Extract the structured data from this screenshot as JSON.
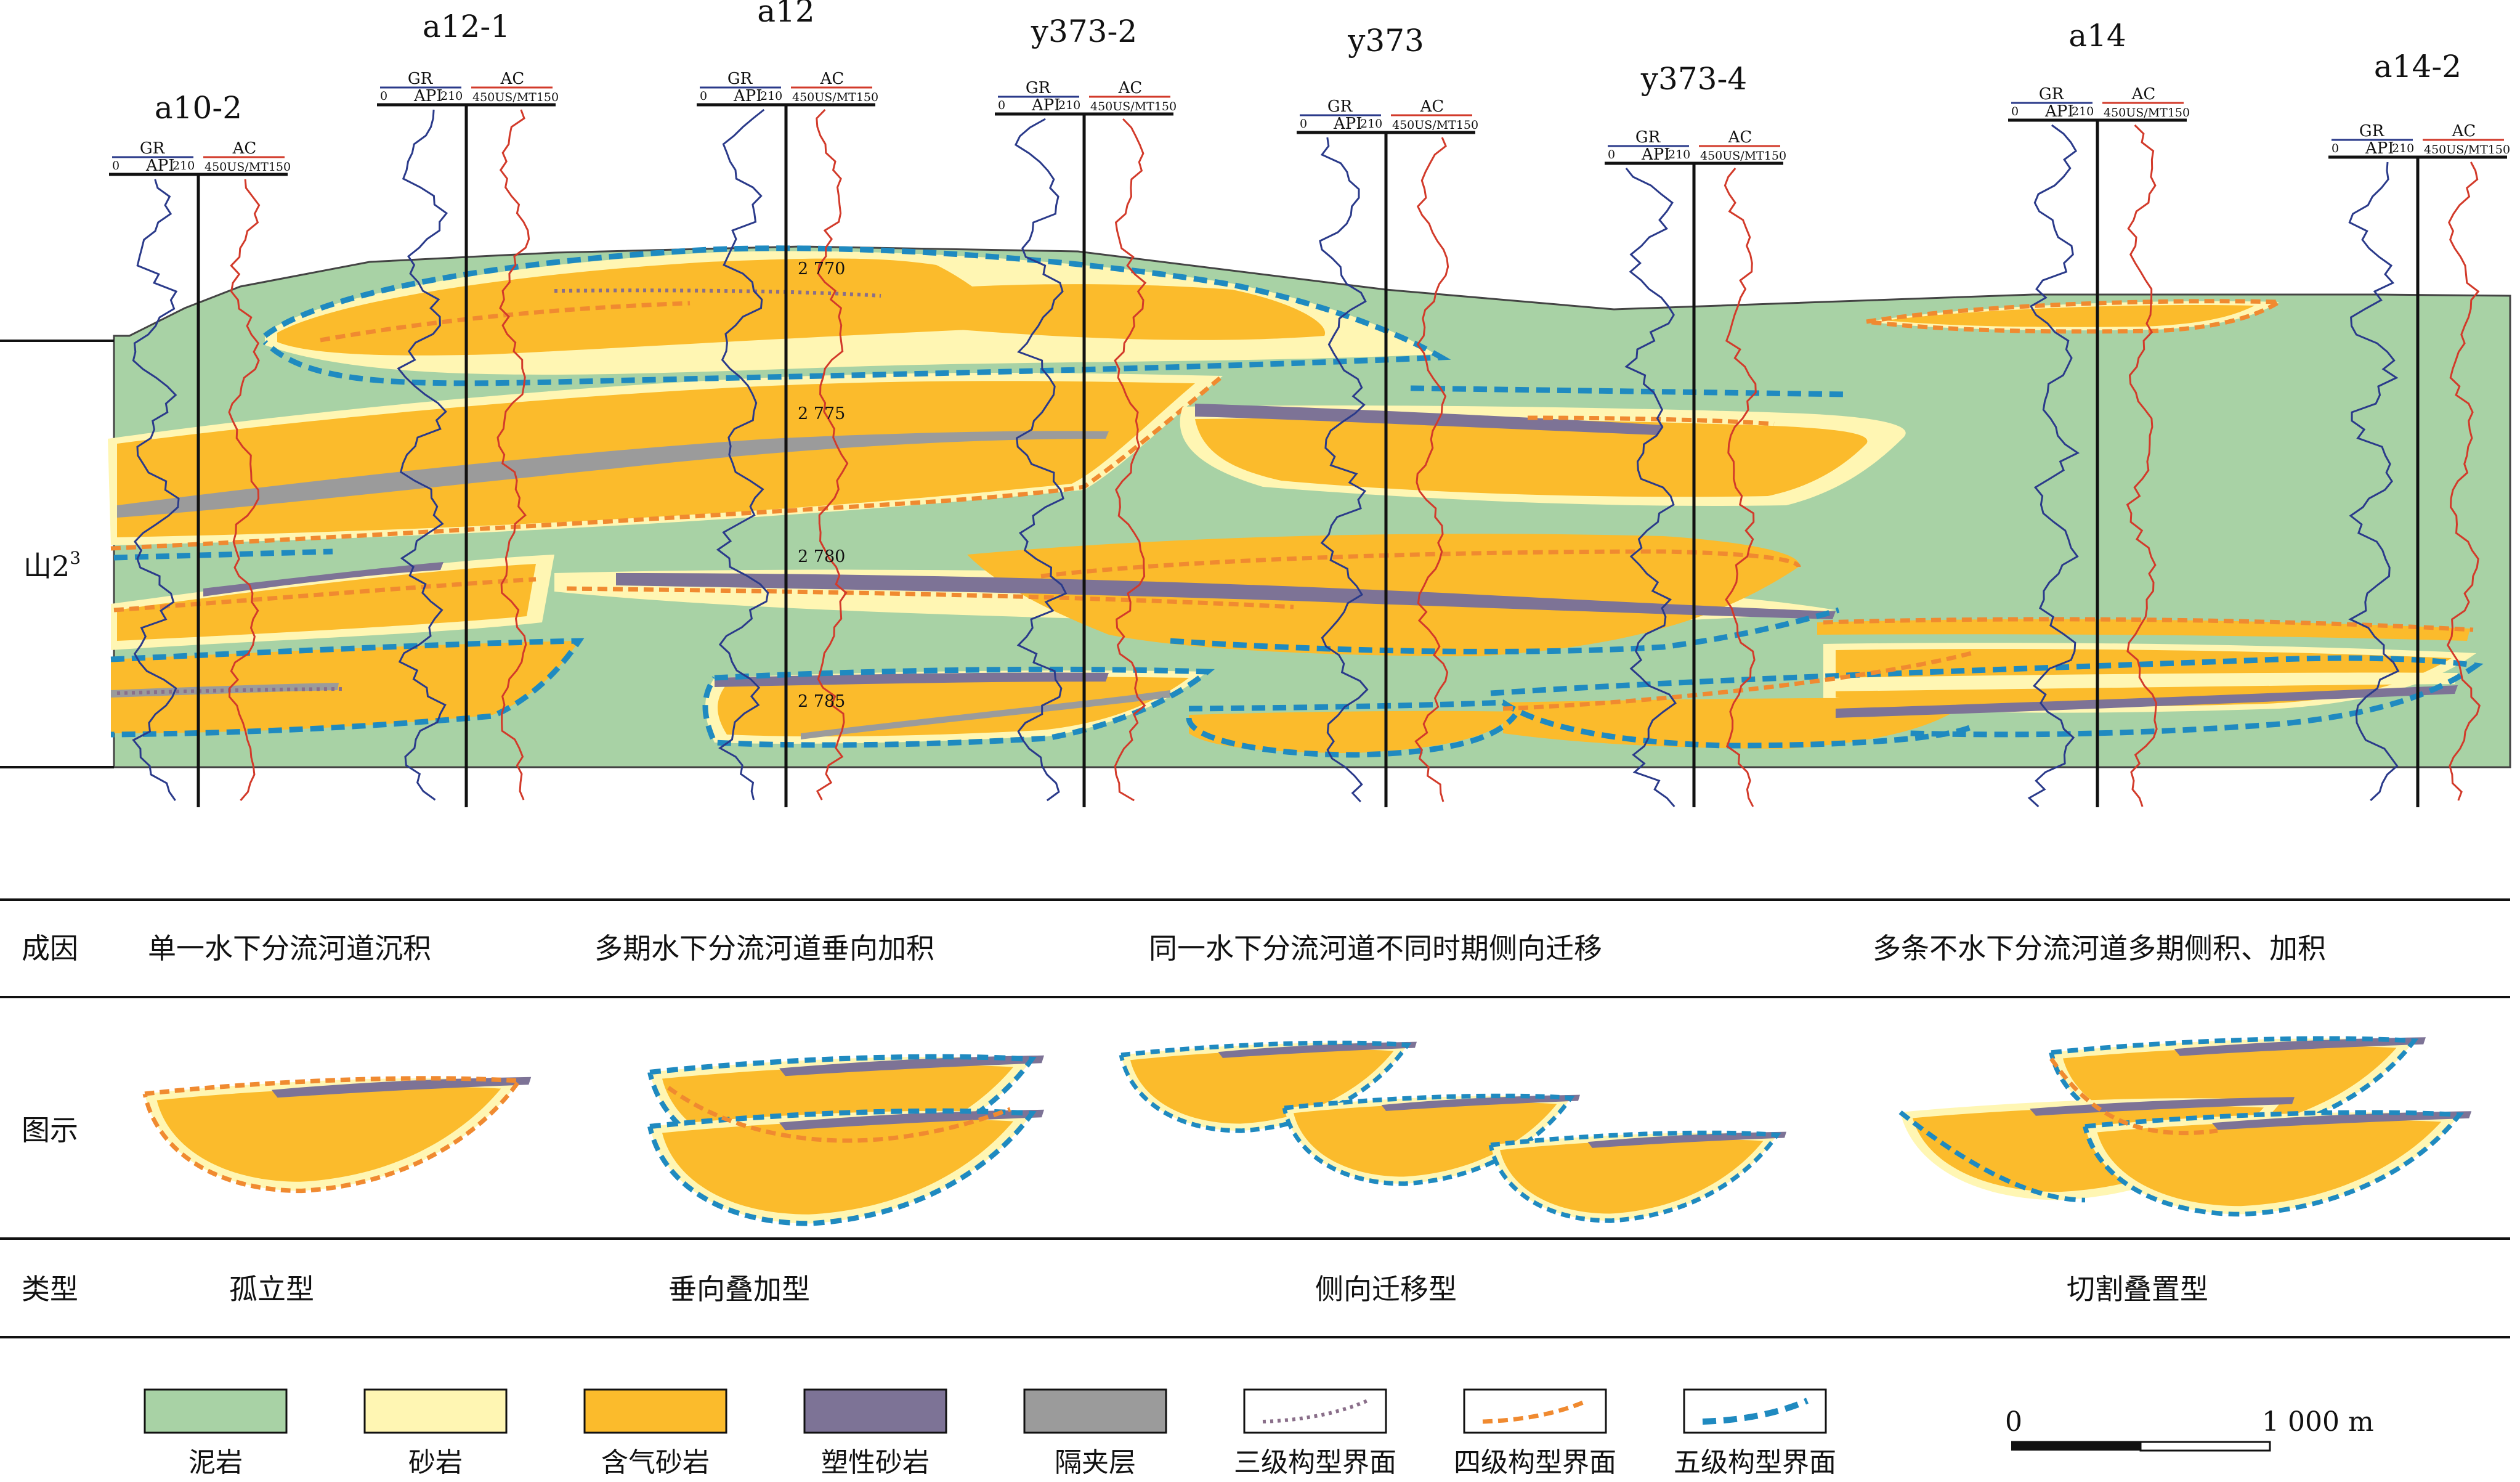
{
  "wells": [
    {
      "name": "a10-2"
    },
    {
      "name": "a12-1"
    },
    {
      "name": "a12"
    },
    {
      "name": "y373-2"
    },
    {
      "name": "y373"
    },
    {
      "name": "y373-4"
    },
    {
      "name": "a14"
    },
    {
      "name": "a14-2"
    }
  ],
  "log_header": {
    "gr_label": "GR",
    "gr_min": "0",
    "gr_unit": "API",
    "gr_max": "210",
    "ac_label": "AC",
    "ac_range": "450US/MT150"
  },
  "depth_labels": [
    "2 770",
    "2 775",
    "2 780",
    "2 785"
  ],
  "unit_label": "山2",
  "unit_superscript": "3",
  "rows": {
    "genesis": {
      "label": "成因",
      "items": [
        "单一水下分流河道沉积",
        "多期水下分流河道垂向加积",
        "同一水下分流河道不同时期侧向迁移",
        "多条不水下分流河道多期侧积、加积"
      ]
    },
    "diagram": {
      "label": "图示"
    },
    "type": {
      "label": "类型",
      "items": [
        "孤立型",
        "垂向叠加型",
        "侧向迁移型",
        "切割叠置型"
      ]
    }
  },
  "legend": [
    {
      "label": "泥岩",
      "color": "#a8d2a5",
      "kind": "fill"
    },
    {
      "label": "砂岩",
      "color": "#fff6b3",
      "kind": "fill"
    },
    {
      "label": "含气砂岩",
      "color": "#fbbb2c",
      "kind": "fill"
    },
    {
      "label": "塑性砂岩",
      "color": "#7d7396",
      "kind": "fill"
    },
    {
      "label": "隔夹层",
      "color": "#9b9b9b",
      "kind": "fill"
    },
    {
      "label": "三级构型界面",
      "color": "#8a6f8a",
      "kind": "dotted"
    },
    {
      "label": "四级构型界面",
      "color": "#f08a30",
      "kind": "dashed"
    },
    {
      "label": "五级构型界面",
      "color": "#1f8ac0",
      "kind": "dashed-thick"
    }
  ],
  "scale_bar": {
    "start": "0",
    "end": "1 000 m"
  },
  "colors": {
    "mudstone": "#a8d2a5",
    "sandstone": "#fff6b3",
    "gas_sand": "#fbbb2c",
    "plastic_sand": "#7d7396",
    "interlayer": "#9b9b9b",
    "level3": "#8a6f8a",
    "level4": "#f08a30",
    "level5": "#1f8ac0",
    "gr_curve": "#2a3a8a",
    "ac_curve": "#d23a2a"
  }
}
